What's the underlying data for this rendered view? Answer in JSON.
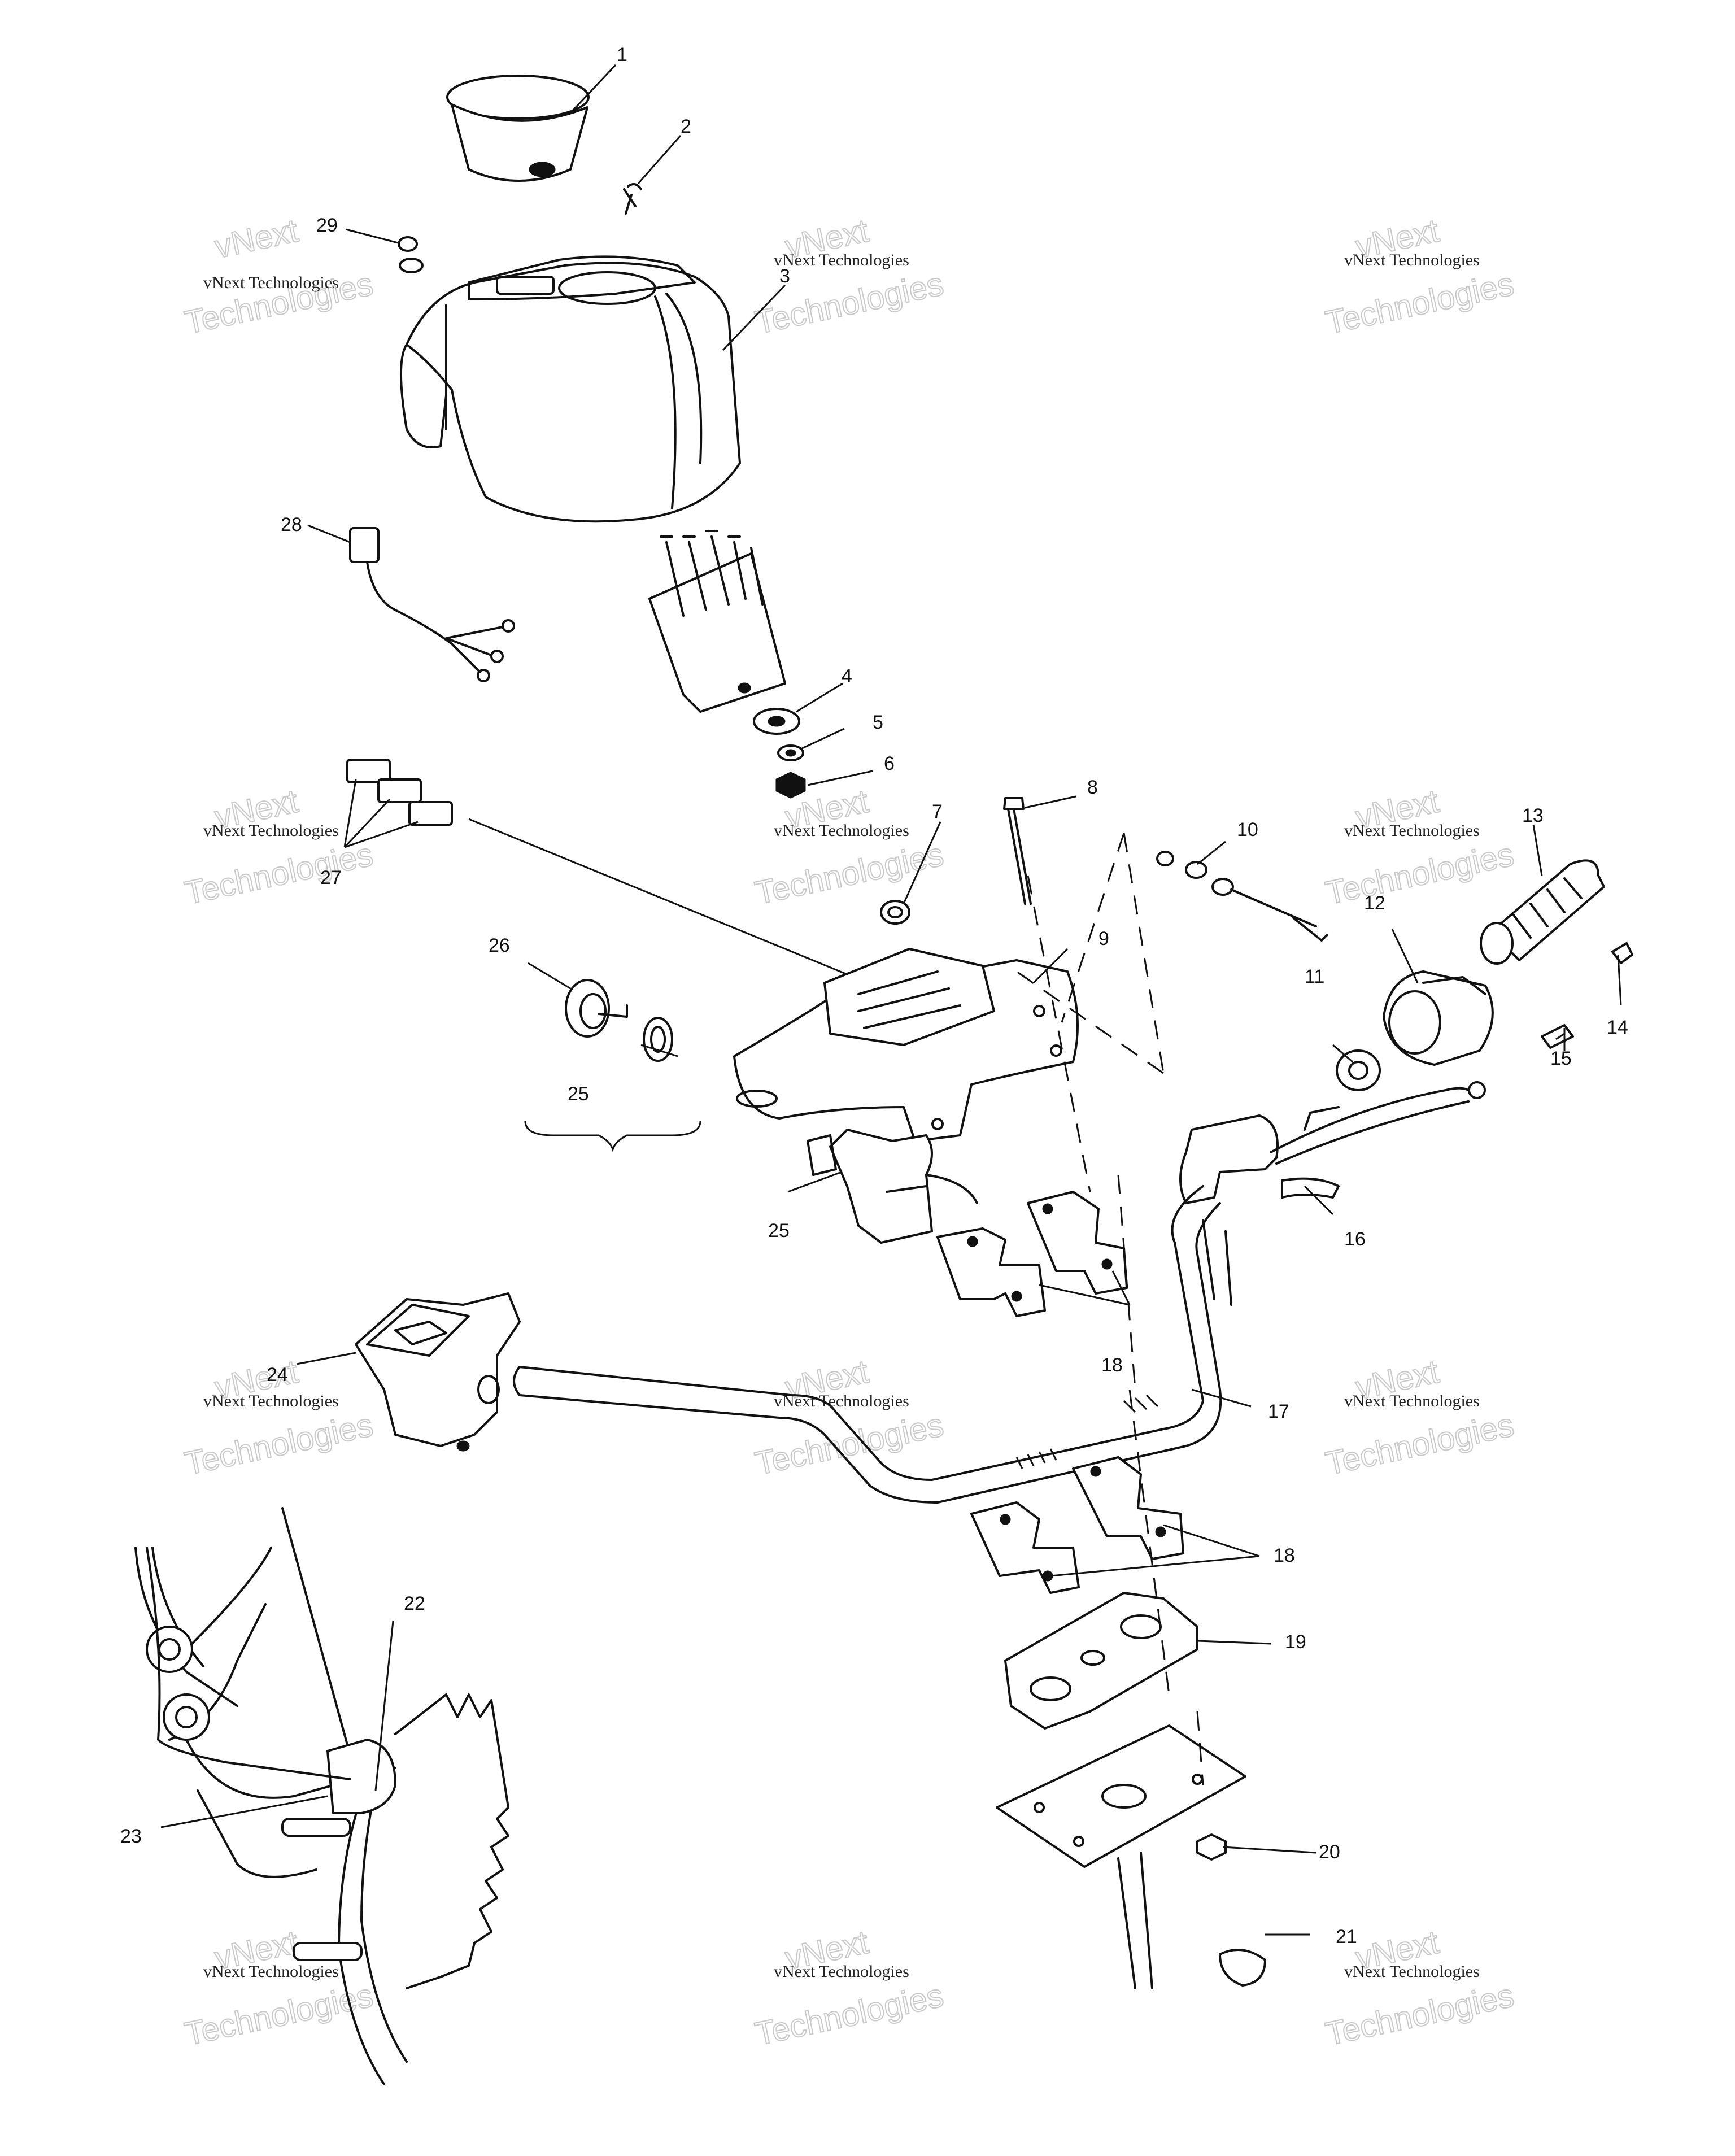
{
  "callouts": {
    "c1": "1",
    "c2": "2",
    "c3": "3",
    "c4": "4",
    "c5": "5",
    "c6": "6",
    "c7": "7",
    "c8": "8",
    "c9": "9",
    "c10": "10",
    "c11": "11",
    "c12": "12",
    "c13": "13",
    "c14": "14",
    "c15": "15",
    "c16": "16",
    "c17": "17",
    "c18a": "18",
    "c18b": "18",
    "c19": "19",
    "c20": "20",
    "c21": "21",
    "c22": "22",
    "c23": "23",
    "c24": "24",
    "c25a": "25",
    "c25b": "25",
    "c26": "26",
    "c27": "27",
    "c28": "28",
    "c29": "29"
  },
  "watermark": {
    "line1": "vNext Technologies",
    "line2": "vNext",
    "line3": "Technologies"
  }
}
